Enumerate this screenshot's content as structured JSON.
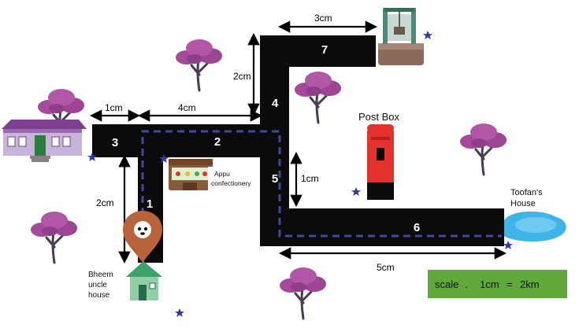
{
  "segments": [
    {
      "label": "1"
    },
    {
      "label": "2"
    },
    {
      "label": "3"
    },
    {
      "label": "4"
    },
    {
      "label": "5"
    },
    {
      "label": "6"
    },
    {
      "label": "7"
    }
  ],
  "measurements": {
    "top_road": "3cm",
    "vertical_4": "2cm",
    "road_3": "1cm",
    "road_2": "4cm",
    "road_1": "2cm",
    "road_5": "1cm",
    "road_6": "5cm"
  },
  "places": {
    "post_box": "Post Box",
    "appu_line1": "Appu",
    "appu_line2": "confectionery",
    "toofan_line1": "Toofan's",
    "toofan_line2": "House",
    "bheem_line1": "Bheem",
    "bheem_line2": "uncle",
    "bheem_line3": "house"
  },
  "scale": {
    "label": "scale",
    "separator": ".",
    "left": "1cm",
    "equals": "=",
    "right": "2km"
  },
  "colors": {
    "road": "#0b0b0b",
    "route": "#3d4a9e",
    "tree_canopy": "#a54a9a",
    "tree_trunk": "#4a3b52",
    "post_box": "#e5322d",
    "scale_bg": "#5fa83a",
    "star": "#2f3aa6",
    "pond": "#3fb4e8"
  }
}
